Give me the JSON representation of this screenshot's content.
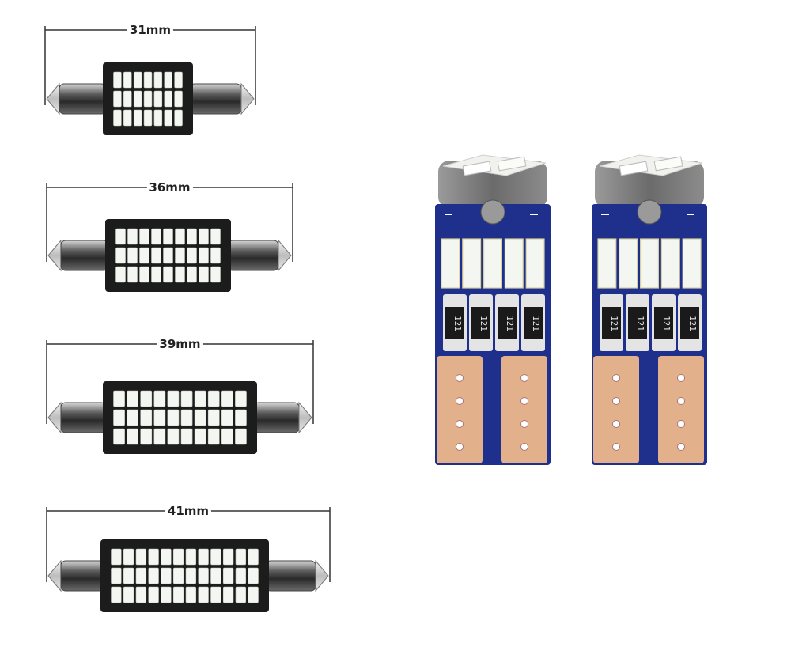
{
  "festoon_bulbs": [
    {
      "size_label": "31mm",
      "led_columns": 7,
      "led_rows": 3
    },
    {
      "size_label": "36mm",
      "led_columns": 9,
      "led_rows": 3
    },
    {
      "size_label": "39mm",
      "led_columns": 10,
      "led_rows": 3
    },
    {
      "size_label": "41mm",
      "led_columns": 12,
      "led_rows": 3
    }
  ],
  "wedge_bulbs": [
    {
      "resistor_labels": [
        "121",
        "121",
        "121",
        "121"
      ],
      "front_led_count": 5
    },
    {
      "resistor_labels": [
        "121",
        "121",
        "121",
        "121"
      ],
      "front_led_count": 5
    }
  ],
  "colors": {
    "pcb_black": "#1c1c1c",
    "led_white": "#f4f6f2",
    "metal_cap": "#3a3a3a",
    "pcb_blue": "#1e2f8c",
    "copper_pad": "#e2b08a"
  }
}
